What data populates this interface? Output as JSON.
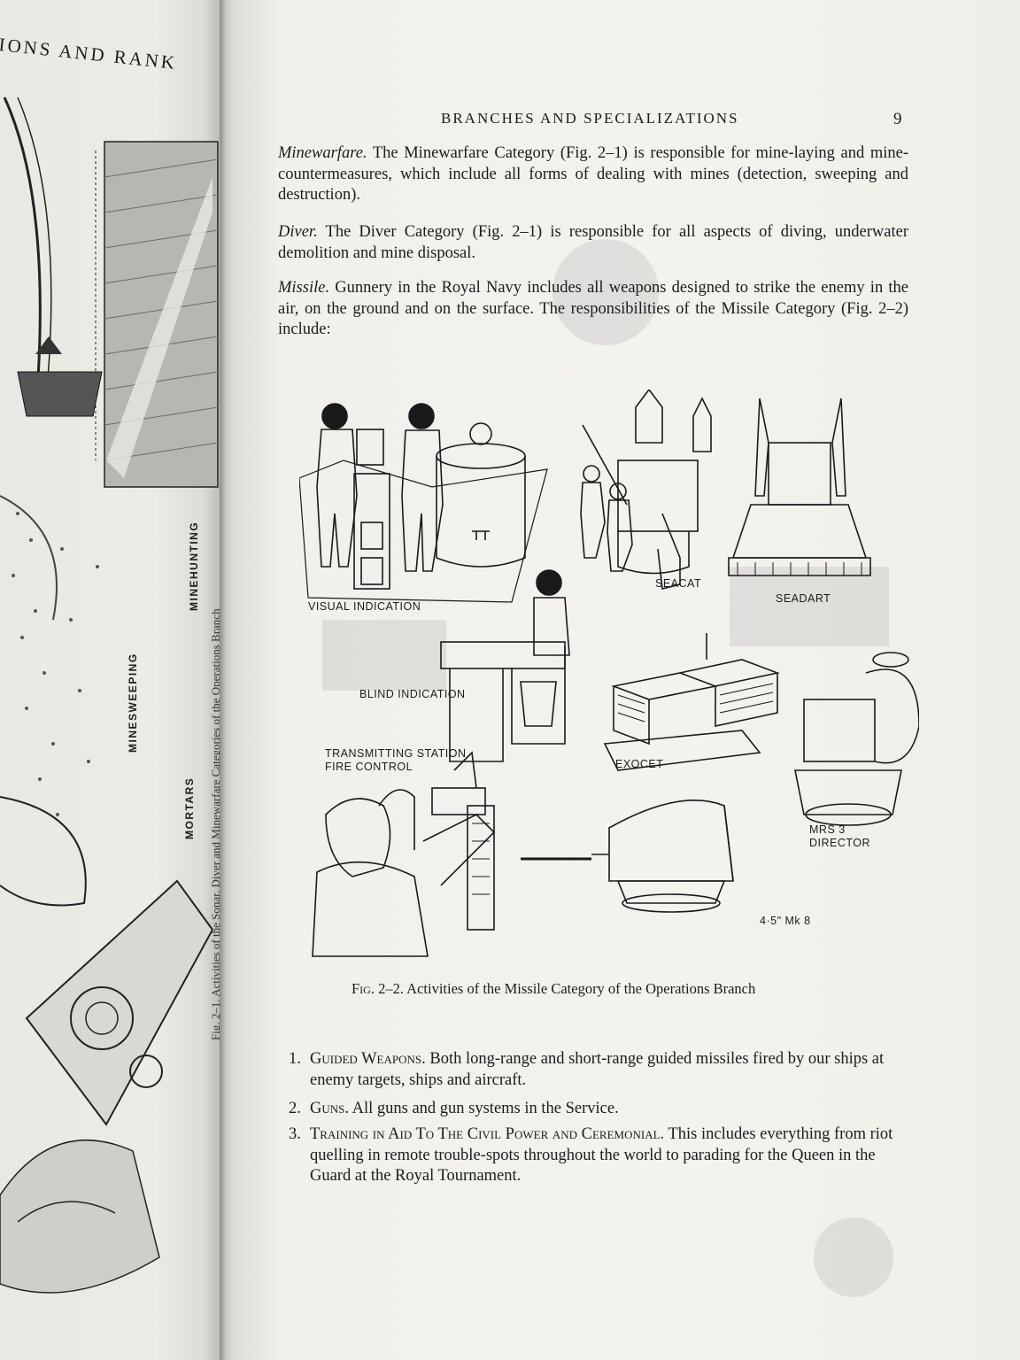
{
  "left_page": {
    "header": "IONS AND RANK",
    "labels": {
      "minehunting": "MINEHUNTING",
      "minesweeping": "MINESWEEPING",
      "mortars": "MORTARS"
    },
    "caption": "Fig. 2–1. Activities of the Sonar, Diver and Minewarfare Categories of the Operations Branch"
  },
  "right_page": {
    "running_head": "BRANCHES AND SPECIALIZATIONS",
    "page_number": "9",
    "paragraphs": {
      "minewarfare": {
        "lead": "Minewarfare.",
        "text": " The Minewarfare Category (Fig. 2–1) is responsible for mine-laying and mine-countermeasures, which include all forms of dealing with mines (detection, sweeping and destruction)."
      },
      "diver": {
        "lead": "Diver.",
        "text": " The Diver Category (Fig. 2–1) is responsible for all aspects of diving, underwater demolition and mine disposal."
      },
      "missile": {
        "lead": "Missile.",
        "text": " Gunnery in the Royal Navy includes all weapons designed to strike the enemy in the air, on the ground and on the surface. The responsibilities of the Missile Category (Fig. 2–2) include:"
      }
    },
    "figure": {
      "labels": {
        "visual_indication": "VISUAL INDICATION",
        "seacat": "SEACAT",
        "seadart": "SEADART",
        "blind_indication": "BLIND INDICATION",
        "transmitting_station_1": "TRANSMITTING STATION",
        "transmitting_station_2": "FIRE CONTROL",
        "exocet": "EXOCET",
        "mrs3_1": "MRS 3",
        "mrs3_2": "DIRECTOR",
        "gun": "4·5\" Mk 8"
      },
      "caption_prefix": "Fig. 2–2.",
      "caption_text": " Activities of the Missile Category of the Operations Branch"
    },
    "list": [
      {
        "num": "1.",
        "head": "Guided Weapons.",
        "text": " Both long-range and short-range guided missiles fired by our ships at enemy targets, ships and aircraft."
      },
      {
        "num": "2.",
        "head": "Guns.",
        "text": " All guns and gun systems in the Service."
      },
      {
        "num": "3.",
        "head": "Training in Aid To The Civil Power and Ceremonial.",
        "text": " This includes everything from riot quelling in remote trouble-spots throughout the world to parading for the Queen in the Guard at the Royal Tournament."
      }
    ]
  }
}
